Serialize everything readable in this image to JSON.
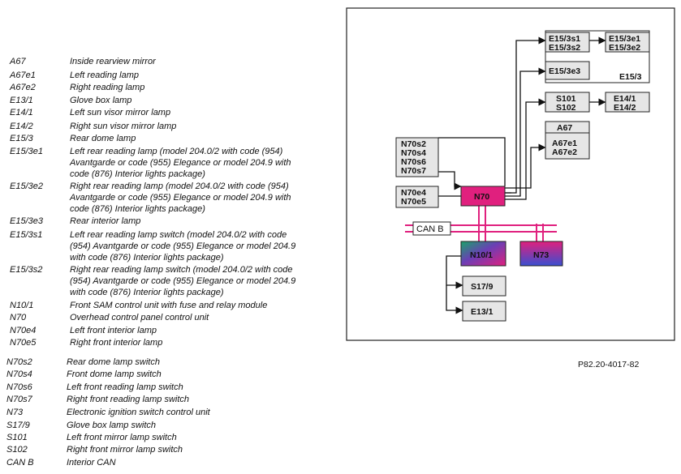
{
  "legend": [
    {
      "code": "A67",
      "desc": "Inside rearview mirror"
    },
    {
      "code": "A67e1",
      "desc": "Left reading lamp"
    },
    {
      "code": "A67e2",
      "desc": "Right reading lamp"
    },
    {
      "code": "E13/1",
      "desc": "Glove box lamp"
    },
    {
      "code": "E14/1",
      "desc": "Left sun visor mirror lamp"
    },
    {
      "code": "E14/2",
      "desc": "Right sun visor mirror lamp"
    },
    {
      "code": "E15/3",
      "desc": "Rear dome lamp"
    },
    {
      "code": "E15/3e1",
      "desc": "Left rear reading lamp (model 204.0/2 with code (954)\nAvantgarde or code (955) Elegance or model 204.9 with\ncode (876) Interior lights package)"
    },
    {
      "code": "E15/3e2",
      "desc": "Right rear reading lamp (model 204.0/2 with code (954)\nAvantgarde or code (955) Elegance or model 204.9 with\ncode (876) Interior lights package)"
    },
    {
      "code": "E15/3e3",
      "desc": "Rear interior lamp"
    },
    {
      "code": "E15/3s1",
      "desc": "Left rear reading lamp switch (model 204.0/2 with code\n(954) Avantgarde or code (955) Elegance or model 204.9\nwith code (876) Interior lights package)"
    },
    {
      "code": "E15/3s2",
      "desc": "Right rear reading lamp switch (model 204.0/2 with code\n(954) Avantgarde or code (955) Elegance or model 204.9\nwith code (876) Interior lights package)"
    },
    {
      "code": "N10/1",
      "desc": "Front SAM control unit with fuse and relay module"
    },
    {
      "code": "N70",
      "desc": "Overhead control panel control unit"
    },
    {
      "code": "N70e4",
      "desc": "Left front interior lamp"
    },
    {
      "code": "N70e5",
      "desc": "Right front interior lamp"
    },
    {
      "code": "N70s2",
      "desc": "Rear dome lamp switch"
    },
    {
      "code": "N70s4",
      "desc": "Front dome lamp switch"
    },
    {
      "code": "N70s6",
      "desc": "Left front reading lamp switch"
    },
    {
      "code": "N70s7",
      "desc": "Right front reading lamp switch"
    },
    {
      "code": "N73",
      "desc": "Electronic ignition switch control unit"
    },
    {
      "code": "S17/9",
      "desc": "Glove box lamp switch"
    },
    {
      "code": "S101",
      "desc": "Left front mirror lamp switch"
    },
    {
      "code": "S102",
      "desc": "Right front mirror lamp switch"
    },
    {
      "code": "CAN B",
      "desc": "Interior CAN"
    }
  ],
  "figure_ref": "P82.20-4017-82",
  "diagram": {
    "boxes": {
      "e15_3s1": "E15/3s1",
      "e15_3s2": "E15/3s2",
      "e15_3e1": "E15/3e1",
      "e15_3e2": "E15/3e2",
      "e15_3e3": "E15/3e3",
      "e15_3": "E15/3",
      "s101": "S101",
      "s102": "S102",
      "e14_1": "E14/1",
      "e14_2": "E14/2",
      "a67": "A67",
      "a67e1": "A67e1",
      "a67e2": "A67e2",
      "n70s2": "N70s2",
      "n70s4": "N70s4",
      "n70s6": "N70s6",
      "n70s7": "N70s7",
      "n70e4": "N70e4",
      "n70e5": "N70e5",
      "n70": "N70",
      "can_b": "CAN B",
      "n10_1": "N10/1",
      "n73": "N73",
      "s17_9": "S17/9",
      "e13_1": "E13/1"
    }
  }
}
